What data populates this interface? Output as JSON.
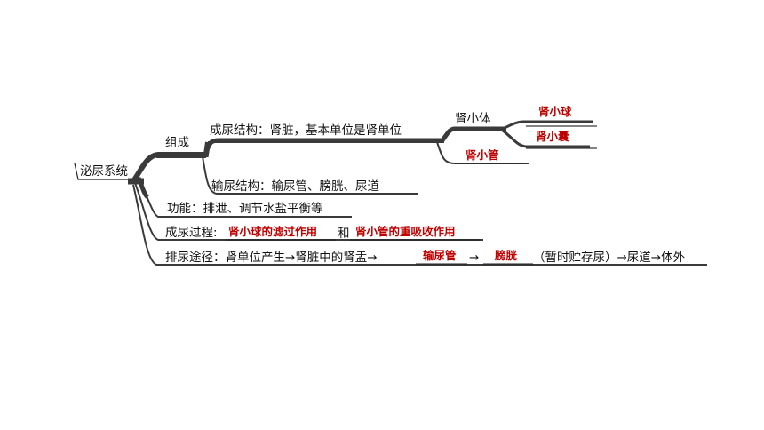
{
  "root": "泌尿系统",
  "zucheng": "组成",
  "chengniao_jiegou": "成尿结构：肾脏，基本单位是肾单位",
  "shen_xiaoti": "肾小体",
  "shuniao_jiegou": "输尿结构：输尿管、膀胱、尿道",
  "gongneng": "功能：排泄、调节水盐平衡等",
  "chengniao_guocheng_label": "成尿过程:",
  "he": "和",
  "painiao_label": "排尿途径：肾单位产生→肾脏中的肾盂→",
  "arrow": "→",
  "painiao_tail": "（暂时贮存尿）→尿道→体外",
  "answers": {
    "shen_xiaoqiu": "肾小球",
    "shen_xiaonang": "肾小囊",
    "shen_xiaoguan": "肾小管",
    "lvguo": "肾小球的滤过作用",
    "chongxishou": "肾小管的重吸收作用",
    "shuniaoguan": "输尿管",
    "pangguang": "膀胱"
  },
  "colors": {
    "answer": "#c00000",
    "branch": "#3a3a3a",
    "text": "#111111"
  }
}
